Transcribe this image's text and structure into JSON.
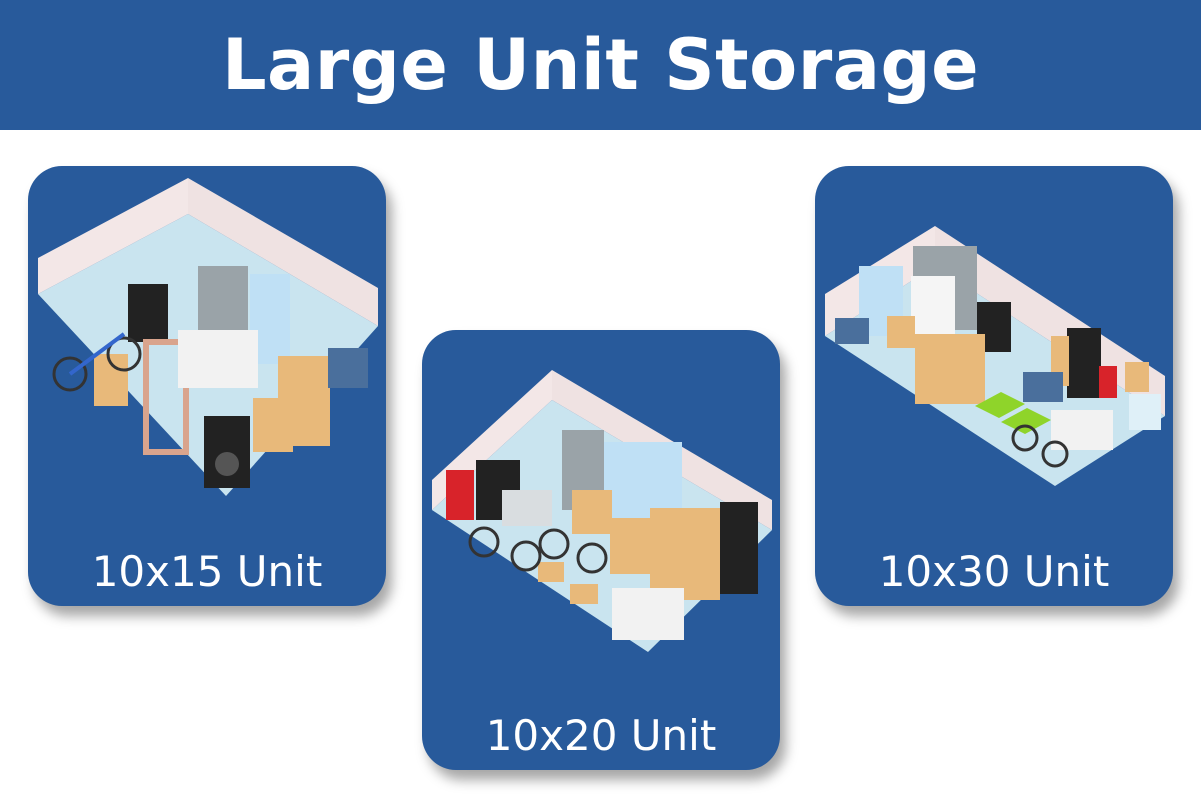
{
  "title": "Large Unit Storage",
  "colors": {
    "brand_blue": "#285a9b",
    "floor": "#c9e4ef",
    "wall": "#f3e7e7"
  },
  "units": [
    {
      "label": "10x15 Unit"
    },
    {
      "label": "10x20 Unit"
    },
    {
      "label": "10x30 Unit"
    }
  ]
}
